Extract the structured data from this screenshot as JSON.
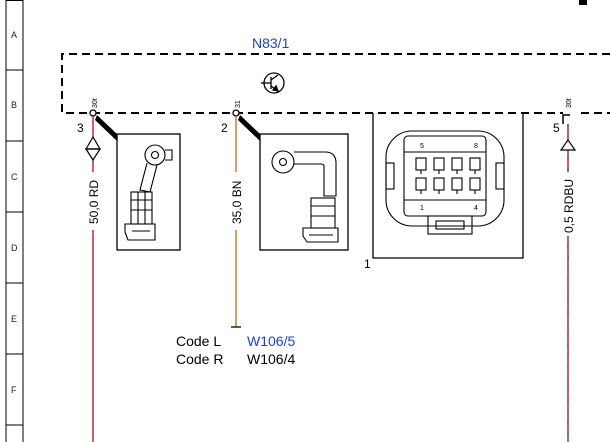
{
  "module": {
    "label": "N83/1",
    "label_color": "#1f3fd6"
  },
  "row_labels": [
    "A",
    "B",
    "C",
    "D",
    "E",
    "F"
  ],
  "terminals": [
    {
      "id": "t3",
      "number": "3",
      "tag": "30t"
    },
    {
      "id": "t2",
      "number": "2",
      "tag": "31"
    },
    {
      "id": "t5",
      "number": "5",
      "tag": "30t"
    }
  ],
  "wires": [
    {
      "id": "w1",
      "label": "50,0 RD",
      "color": "#b01010"
    },
    {
      "id": "w2",
      "label": "35,0 BN",
      "color": "#c06a1a"
    },
    {
      "id": "w3",
      "label": "0,5 RDBU",
      "color": "#b01010",
      "dash_color": "#1f3fd6"
    }
  ],
  "connector": {
    "pin_labels": {
      "top_left": "5",
      "top_right": "8",
      "bottom_left": "1",
      "bottom_right": "4"
    },
    "ref": "1"
  },
  "codes": [
    {
      "label": "Code L",
      "value": "W106/5",
      "value_color": "#1f3fd6"
    },
    {
      "label": "Code R",
      "value": "W106/4",
      "value_color": "#000000"
    }
  ]
}
